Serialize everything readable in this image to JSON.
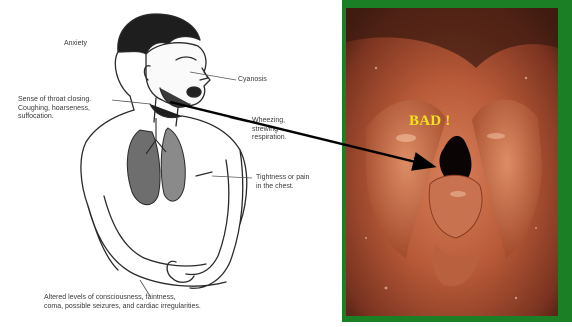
{
  "illustration": {
    "labels": {
      "anxiety": "Anxiety",
      "cyanosis": "Cyanosis",
      "throat": "Sense of throat closing.\nCoughing, hoarseness,\nsuffocation.",
      "wheezing": "Wheezing,\nstrewing\nrespiration.",
      "chest": "Tightness or pain\nin the chest.",
      "consciousness": "Altered levels of consciousness, faintness,\ncoma, possible seizures, and cardiac irregularities."
    }
  },
  "photo": {
    "label": "BAD !"
  },
  "colors": {
    "frame": "#1a7f25",
    "label": "#f4e21c",
    "arrow": "#000000"
  }
}
